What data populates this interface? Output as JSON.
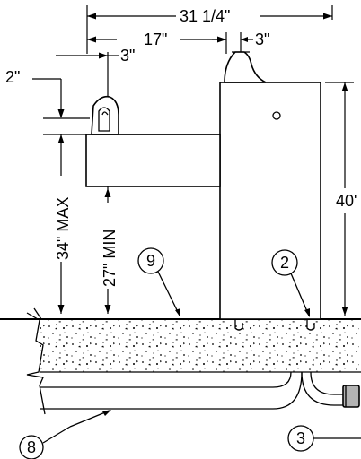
{
  "dimensions": {
    "overall_width": "31 1/4\"",
    "bowl_reach": "17\"",
    "tower_cap_offset": "3\"",
    "bubbler_offset": "3\"",
    "bowl_rim_offset": "2\"",
    "max_spout_height": "34\" MAX",
    "min_knee_clearance": "27\" MIN",
    "tower_height": "40'"
  },
  "callouts": {
    "bowl_anchor": "9",
    "tower_anchor": "2",
    "supply_line": "3",
    "drain_line": "8"
  }
}
